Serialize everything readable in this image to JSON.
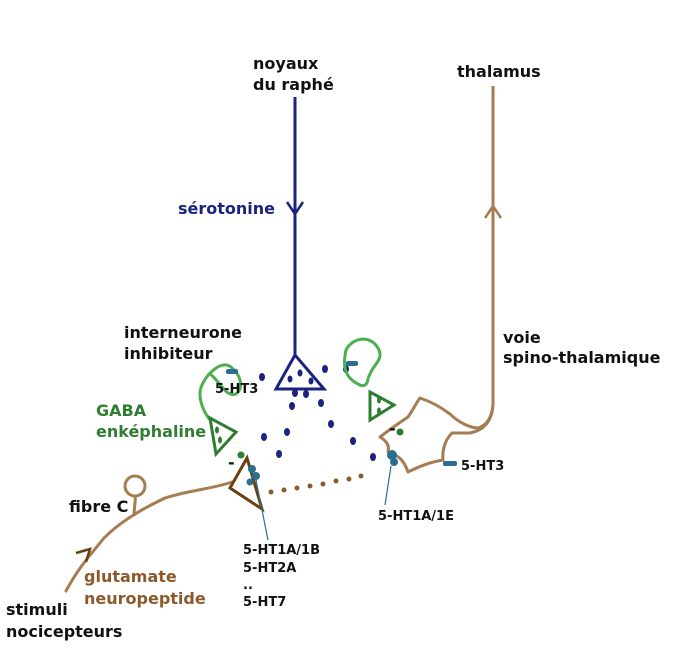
{
  "labels": {
    "noyaux_line1": "noyaux",
    "noyaux_line2": "du raphé",
    "thalamus": "thalamus",
    "serotonine": "sérotonine",
    "interneurone_line1": "interneurone",
    "interneurone_line2": "inhibiteur",
    "voie_line1": "voie",
    "voie_line2": "spino-thalamique",
    "gaba": "GABA",
    "enkephaline": "enképhaline",
    "fibre_c": "fibre C",
    "glutamate": "glutamate",
    "neuropeptide": "neuropeptide",
    "stimuli_line1": "stimuli",
    "stimuli_line2": "nocicepteurs",
    "receptor_5ht3_left": "5-HT3",
    "receptor_5ht3_right": "5-HT3",
    "receptor_5ht1a_1e": "5-HT1A/1E",
    "receptor_list": [
      "5-HT1A/1B",
      "5-HT2A",
      "..",
      "5-HT7"
    ],
    "minus_left": "-",
    "minus_right": "-"
  },
  "colors": {
    "serotonin_blue": "#1a237e",
    "brown": "#a67c52",
    "dark_brown": "#6b3f10",
    "green": "#2e7d32",
    "receptor_teal": "#2a6f8f",
    "text": "#111111"
  }
}
